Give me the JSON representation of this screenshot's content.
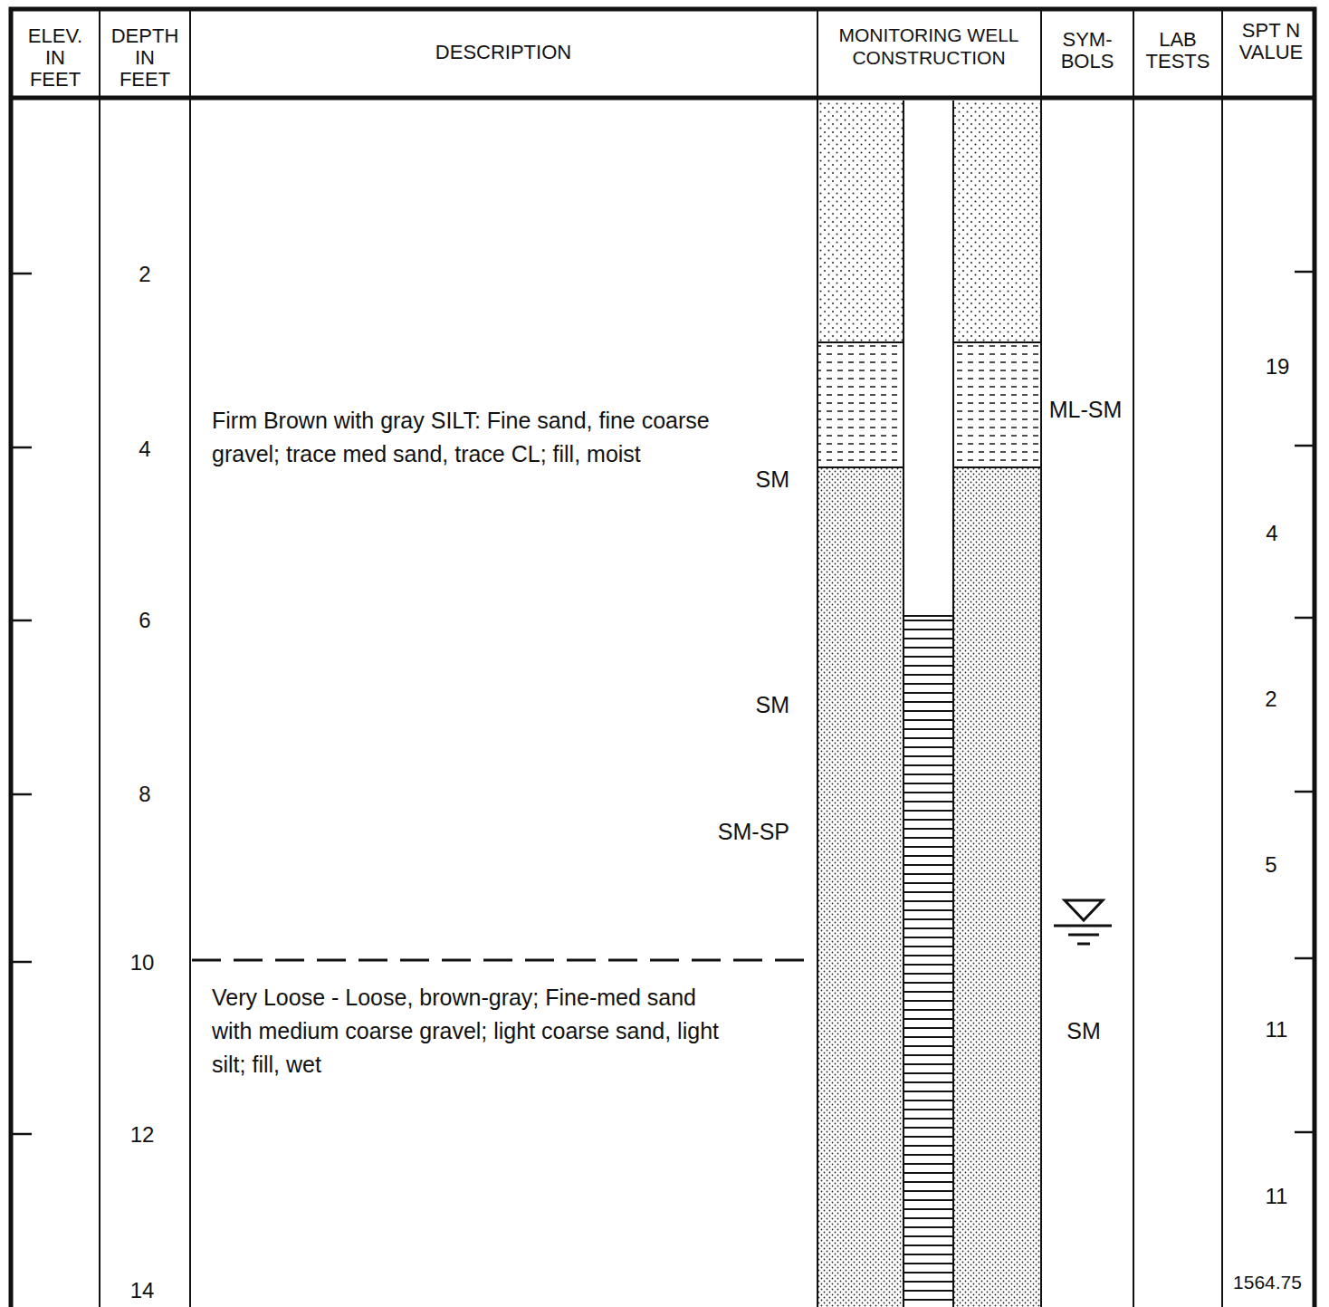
{
  "diagram": {
    "labels": [
      "ELEV. IN FEET",
      "DEPTH IN FEET",
      "DESCRIPTION",
      "MONITORING WELL CONSTRUCTION",
      "SYM- BOLS",
      "LAB TESTS",
      "SPT N VALUE",
      "2",
      "4",
      "6",
      "8",
      "10",
      "12",
      "14",
      "Firm Brown with gray SILT: Fine sand, fine coarse gravel; trace med sand, trace CL; fill, moist",
      "SM",
      "SM",
      "SM-SP",
      "Very Loose - Loose, brown-gray; Fine-med sand with medium coarse gravel; light coarse sand, light silt; fill, wet",
      "ML-SM",
      "SM",
      "19",
      "4",
      "2",
      "5",
      "11",
      "11",
      "1564.75"
    ]
  }
}
